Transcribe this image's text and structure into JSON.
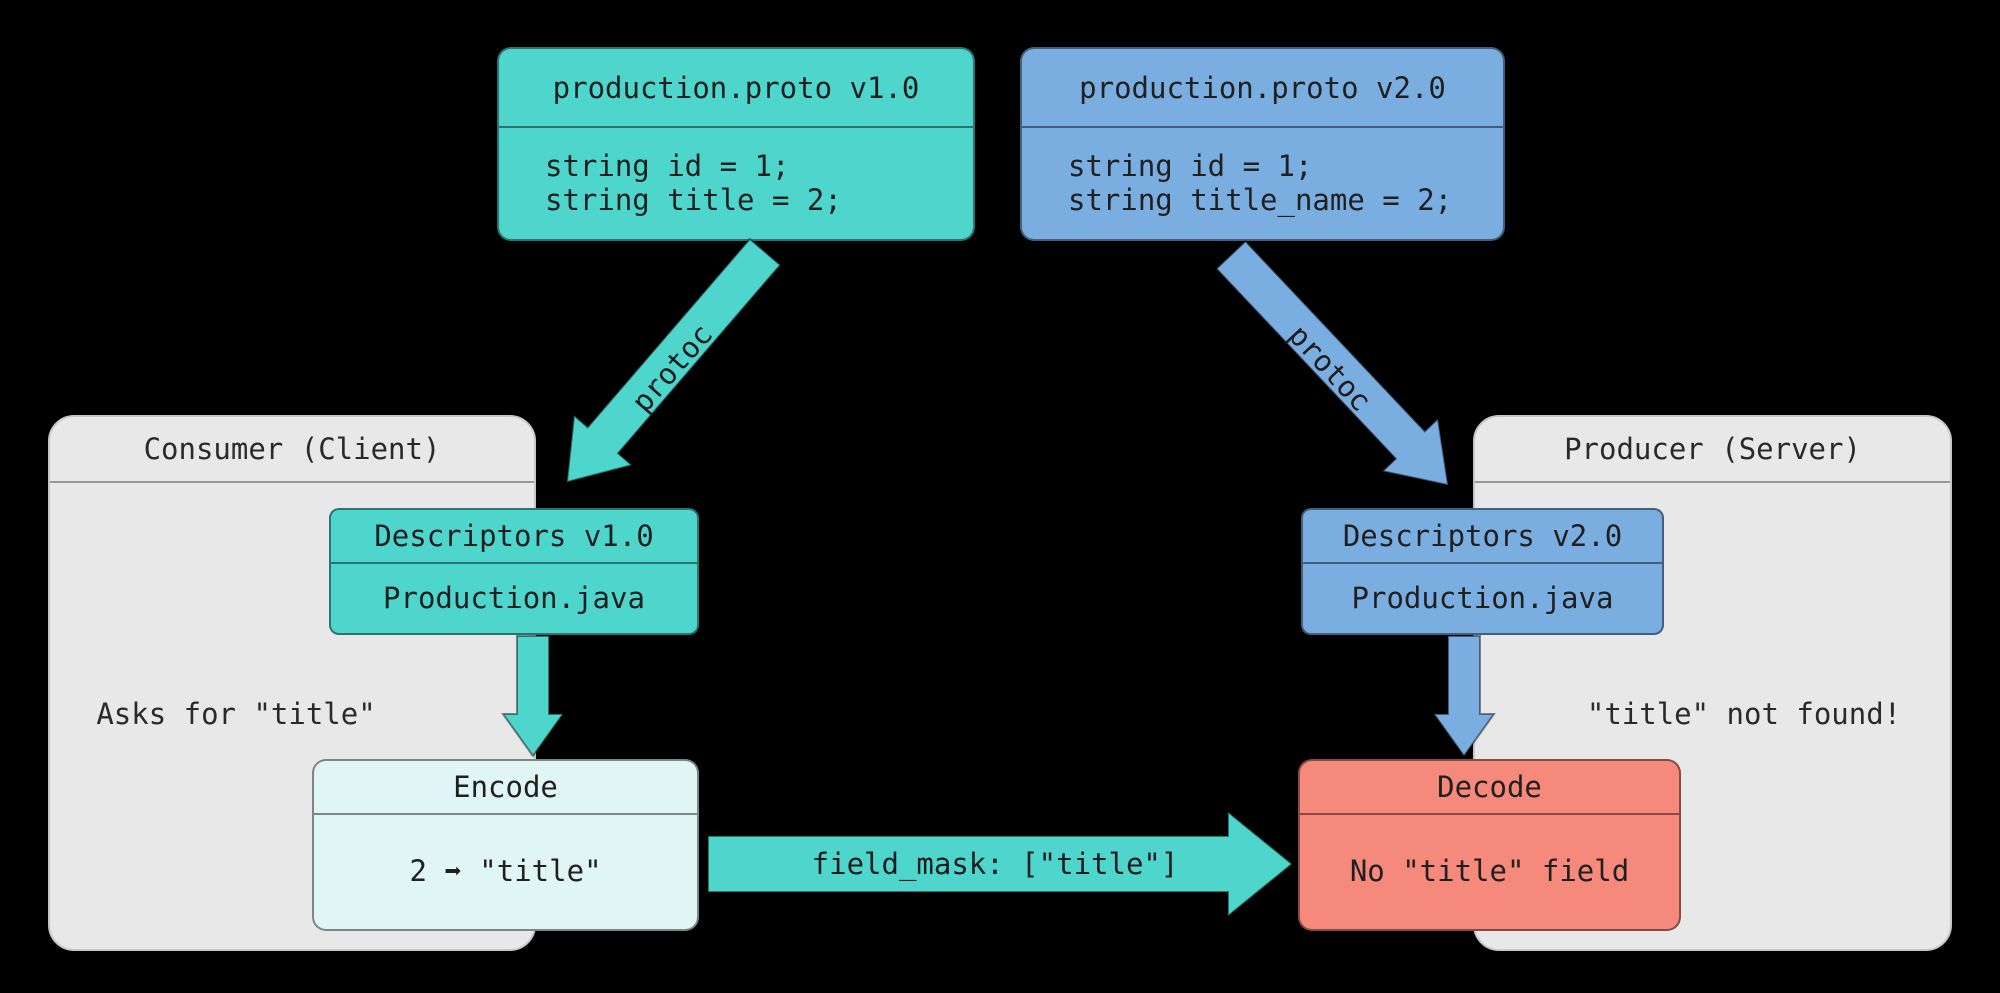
{
  "colors": {
    "background": "#000000",
    "teal": "#4ed5cc",
    "blue": "#7aaee0",
    "light_cyan": "#dff6f4",
    "salmon": "#f5897b",
    "container_gray": "#e8e8e8",
    "text": "#2a2a2a"
  },
  "proto_v1": {
    "title": "production.proto v1.0",
    "lines": [
      "string id = 1;",
      "string title = 2;"
    ]
  },
  "proto_v2": {
    "title": "production.proto v2.0",
    "lines": [
      "string id = 1;",
      "string title_name = 2;"
    ]
  },
  "consumer": {
    "title": "Consumer (Client)",
    "descriptors": {
      "title": "Descriptors v1.0",
      "body": "Production.java"
    },
    "note": "Asks for \"title\"",
    "encode": {
      "title": "Encode",
      "body": "2 ➡ \"title\""
    }
  },
  "producer": {
    "title": "Producer (Server)",
    "descriptors": {
      "title": "Descriptors v2.0",
      "body": "Production.java"
    },
    "note": "\"title\" not found!",
    "decode": {
      "title": "Decode",
      "body": "No \"title\" field"
    }
  },
  "arrows": {
    "protoc_left_label": "protoc",
    "protoc_right_label": "protoc",
    "field_mask_label": "field_mask: [\"title\"]"
  }
}
